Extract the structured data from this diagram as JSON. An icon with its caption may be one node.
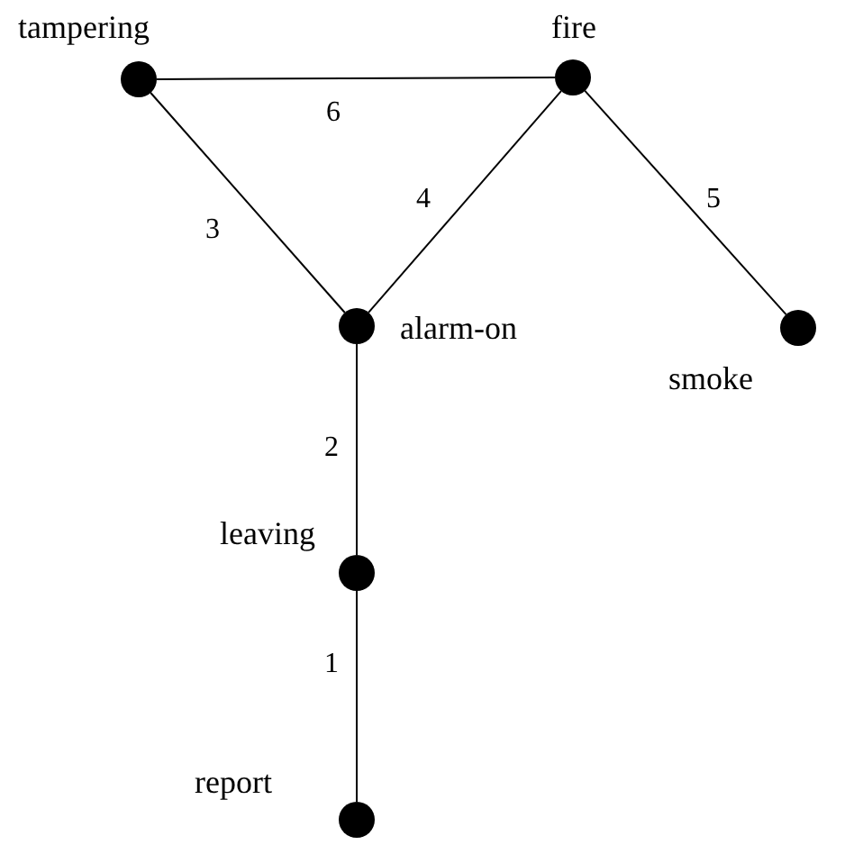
{
  "diagram": {
    "nodes": [
      {
        "text": [],
        "shape": "circle",
        "beside": [
          "tampering"
        ]
      },
      {
        "text": [],
        "shape": "circle",
        "beside": [
          "fire"
        ]
      },
      {
        "text": [],
        "shape": "circle",
        "beside": [
          "alarm-on"
        ]
      },
      {
        "text": [],
        "shape": "circle",
        "beside": [
          "smoke"
        ]
      },
      {
        "text": [],
        "shape": "circle",
        "beside": [
          "leaving"
        ]
      },
      {
        "text": [],
        "shape": "circle",
        "beside": [
          "report"
        ]
      }
    ],
    "edges": [
      {
        "from": 0,
        "to": 1,
        "arrow": "none",
        "label": "6"
      },
      {
        "from": 0,
        "to": 2,
        "arrow": "none",
        "label": "3"
      },
      {
        "from": 2,
        "to": 1,
        "arrow": "none",
        "label": "4"
      },
      {
        "from": 1,
        "to": 3,
        "arrow": "none",
        "label": "5"
      },
      {
        "from": 2,
        "to": 4,
        "arrow": "none",
        "label": "2"
      },
      {
        "from": 4,
        "to": 5,
        "arrow": "none",
        "label": "1"
      }
    ]
  }
}
